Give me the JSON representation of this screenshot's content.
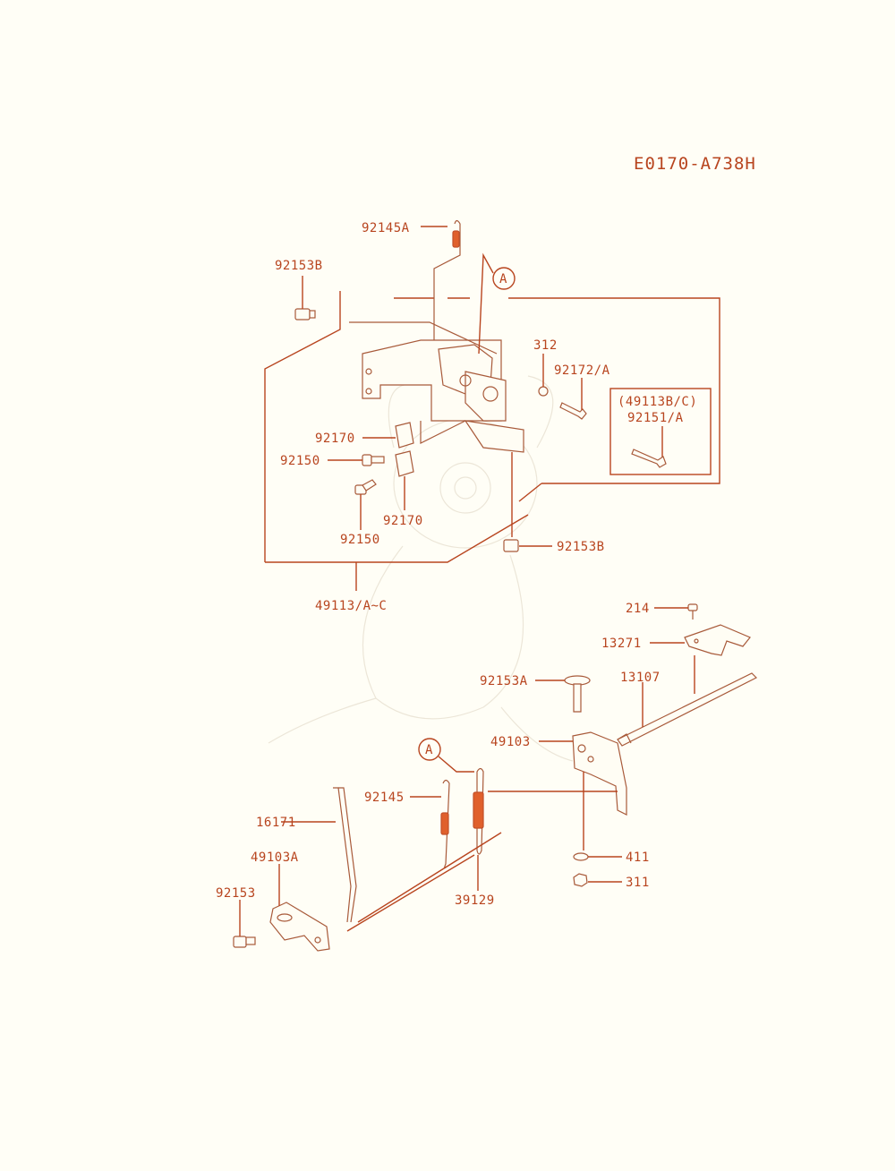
{
  "diagram_code": "E0170-A738H",
  "ref_marker": "A",
  "labels": {
    "p92145A": "92145A",
    "p92153B_top": "92153B",
    "p312": "312",
    "p92172A": "92172/A",
    "box_line1": "(49113B/C)",
    "box_line2": "92151/A",
    "p92170_a": "92170",
    "p92150_a": "92150",
    "p92170_b": "92170",
    "p92150_b": "92150",
    "p92153B_bot": "92153B",
    "p49113": "49113/A~C",
    "p214": "214",
    "p13271": "13271",
    "p92153A": "92153A",
    "p13107": "13107",
    "p49103": "49103",
    "p92145": "92145",
    "p16171": "16171",
    "p49103A": "49103A",
    "p92153": "92153",
    "p39129": "39129",
    "p411": "411",
    "p311": "311"
  },
  "colors": {
    "accent": "#b8451f",
    "background": "#fffef6"
  }
}
